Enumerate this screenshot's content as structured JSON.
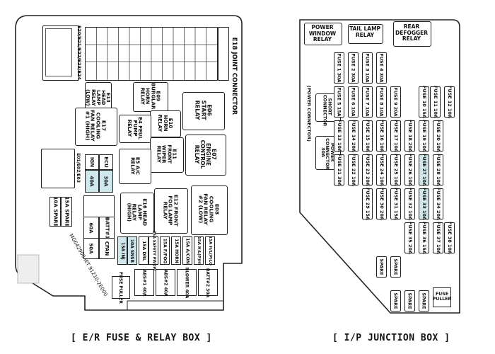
{
  "captions": {
    "er_box": "[ E/R FUSE & RELAY BOX ]",
    "ip_box": "[ I/P JUNCTION BOX ]"
  },
  "er": {
    "joint_connector": "E18 JOINT CONNECTOR",
    "e20_connector": "E20/E21/E22/E23/E24",
    "e01_connector": "E01/E02/E03",
    "relays": {
      "horn_burglar": "E09 BURGLAR HORN RELAY",
      "start": "E06 START RELAY",
      "head_lamp_low": "E13 HEAD LAMP RELAY (LOW)",
      "cooling_fan_high": "E17 COOLING FAN RELAY #1 (HIGH)",
      "horn": "E10 HORN RELAY",
      "fuel_pump": "E4 FEUL PUMP RELAY",
      "front_wiper": "E11 FRONT WIPER RELAY",
      "engine_control": "E07 ENGINE CONTROL RELAY",
      "ac": "E5 A/C RELAY",
      "head_lamp_high": "E16 HEAD LAMP RELAY (HIGH)",
      "front_fog": "E12 FRONT FOG LAMP RELAY",
      "cooling_fan_low": "E08 COOLING FAN RELAY #2 (LOW)"
    },
    "small_fuses": {
      "ign": "IGN",
      "ecu": "ECU",
      "a40": "40A",
      "a30": "30A",
      "batt3": "BATT#3",
      "cfan": "CFAN",
      "a60": "60A",
      "a50": "50A",
      "spare15": "15A SPARE",
      "spare10": "10A SPARE"
    },
    "mini_fuses": [
      "15A INJ",
      "10A SNSR",
      "15A DRL",
      "25A SAFETY PWDW",
      "15A F/FOG",
      "15A HORN",
      "15A A/CON",
      "15A H/L(P)HI",
      "15A H/L(P)LO"
    ],
    "lower_fuses": [
      "ABS#1 40A",
      "ABS#2 40A",
      "BLOWER 40A",
      "BATT#2 30A",
      "FUSE PULLER"
    ],
    "marking": "MG642900 IET 91210-2E000"
  },
  "ip": {
    "relays": {
      "power_window": "POWER WINDOW RELAY",
      "tail_lamp": "TAIL LAMP RELAY",
      "rear_defogger": "REAR DEFOGGER RELAY",
      "short_connector": "SHORT CONNECTOR",
      "power_connector_30a": "POWER CONNECTOR 30A",
      "power_connector": "(POWER CONNECTOR)"
    },
    "fuses": [
      "FUSE 1 30A",
      "FUSE 2 30A",
      "FUSE 3 10A",
      "FUSE 4 30A",
      "FUSE 5 15A",
      "FUSE 6 10A",
      "FUSE 7 10A",
      "FUSE 8 10A",
      "FUSE 9 20A",
      "FUSE 10 15A",
      "FUSE 11 10A",
      "FUSE 12 10A",
      "FUSE 13 10A",
      "FUSE 14 20A",
      "FUSE 15 10A",
      "FUSE 16 10A",
      "FUSE 17 10A",
      "FUSE 18 20A",
      "FUSE 19 10A",
      "FUSE 20 10A",
      "FUSE 21 30A",
      "FUSE 22 10A",
      "FUSE 23 20A",
      "FUSE 24 10A",
      "FUSE 25 10A",
      "FUSE 26 10A",
      "FUSE 27 10A",
      "FUSE 28 10A",
      "FUSE 29 15A",
      "FUSE 30 20A",
      "FUSE 31 15A",
      "FUSE 32 10A",
      "FUSE 33 10A",
      "FUSE 34 20A",
      "FUSE 35 20A",
      "FUSE 36 15A",
      "FUSE 37 10A",
      "FUSE 38 10A"
    ],
    "spares": [
      "SPARE",
      "SPARE",
      "SPARE",
      "SPARE",
      "SPARE"
    ],
    "fuse_puller": "FUSE PULLER"
  }
}
